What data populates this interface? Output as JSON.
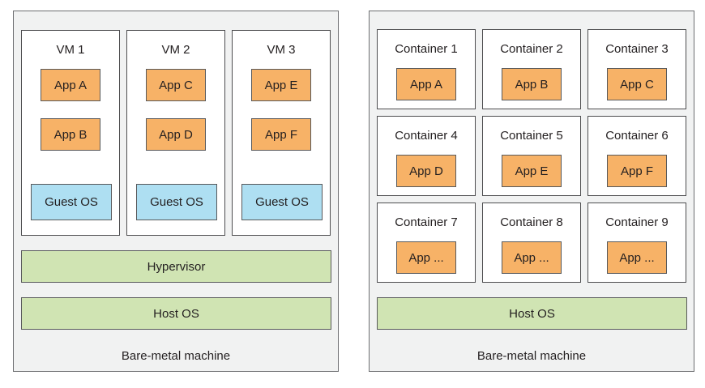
{
  "left": {
    "machine_label": "Bare-metal machine",
    "vms": [
      {
        "title": "VM 1",
        "apps": [
          "App A",
          "App B"
        ],
        "guest_os": "Guest OS"
      },
      {
        "title": "VM 2",
        "apps": [
          "App C",
          "App D"
        ],
        "guest_os": "Guest OS"
      },
      {
        "title": "VM 3",
        "apps": [
          "App E",
          "App F"
        ],
        "guest_os": "Guest OS"
      }
    ],
    "hypervisor": "Hypervisor",
    "host_os": "Host OS"
  },
  "right": {
    "machine_label": "Bare-metal machine",
    "containers": [
      {
        "title": "Container 1",
        "app": "App A"
      },
      {
        "title": "Container 2",
        "app": "App B"
      },
      {
        "title": "Container 3",
        "app": "App C"
      },
      {
        "title": "Container 4",
        "app": "App D"
      },
      {
        "title": "Container 5",
        "app": "App E"
      },
      {
        "title": "Container 6",
        "app": "App F"
      },
      {
        "title": "Container 7",
        "app": "App ..."
      },
      {
        "title": "Container 8",
        "app": "App ..."
      },
      {
        "title": "Container 9",
        "app": "App ..."
      }
    ],
    "host_os": "Host OS"
  },
  "colors": {
    "machine_bg": "#f1f2f2",
    "app": "#f7b267",
    "guest_os": "#aedff2",
    "layer": "#d0e4b3"
  }
}
